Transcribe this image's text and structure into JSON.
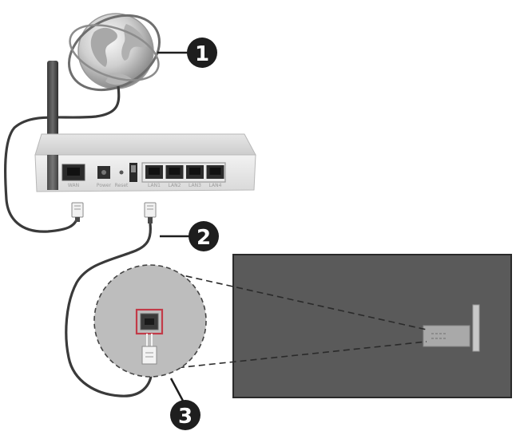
{
  "diagram": {
    "callouts": [
      {
        "number": "1",
        "target": "internet-globe"
      },
      {
        "number": "2",
        "target": "ethernet-cable"
      },
      {
        "number": "3",
        "target": "tv-lan-port-zoom"
      }
    ],
    "router": {
      "lan_port_count": 4,
      "port_labels": [
        "WAN",
        "Power",
        "Reset",
        "LAN1",
        "LAN2",
        "LAN3",
        "LAN4"
      ]
    },
    "colors": {
      "tv_panel": "#5a5a5a",
      "zoom_circle": "#bdbdbd",
      "port_highlight": "#c23a48",
      "callout_badge": "#1e1e1e",
      "cable": "#3a3a3a"
    }
  }
}
